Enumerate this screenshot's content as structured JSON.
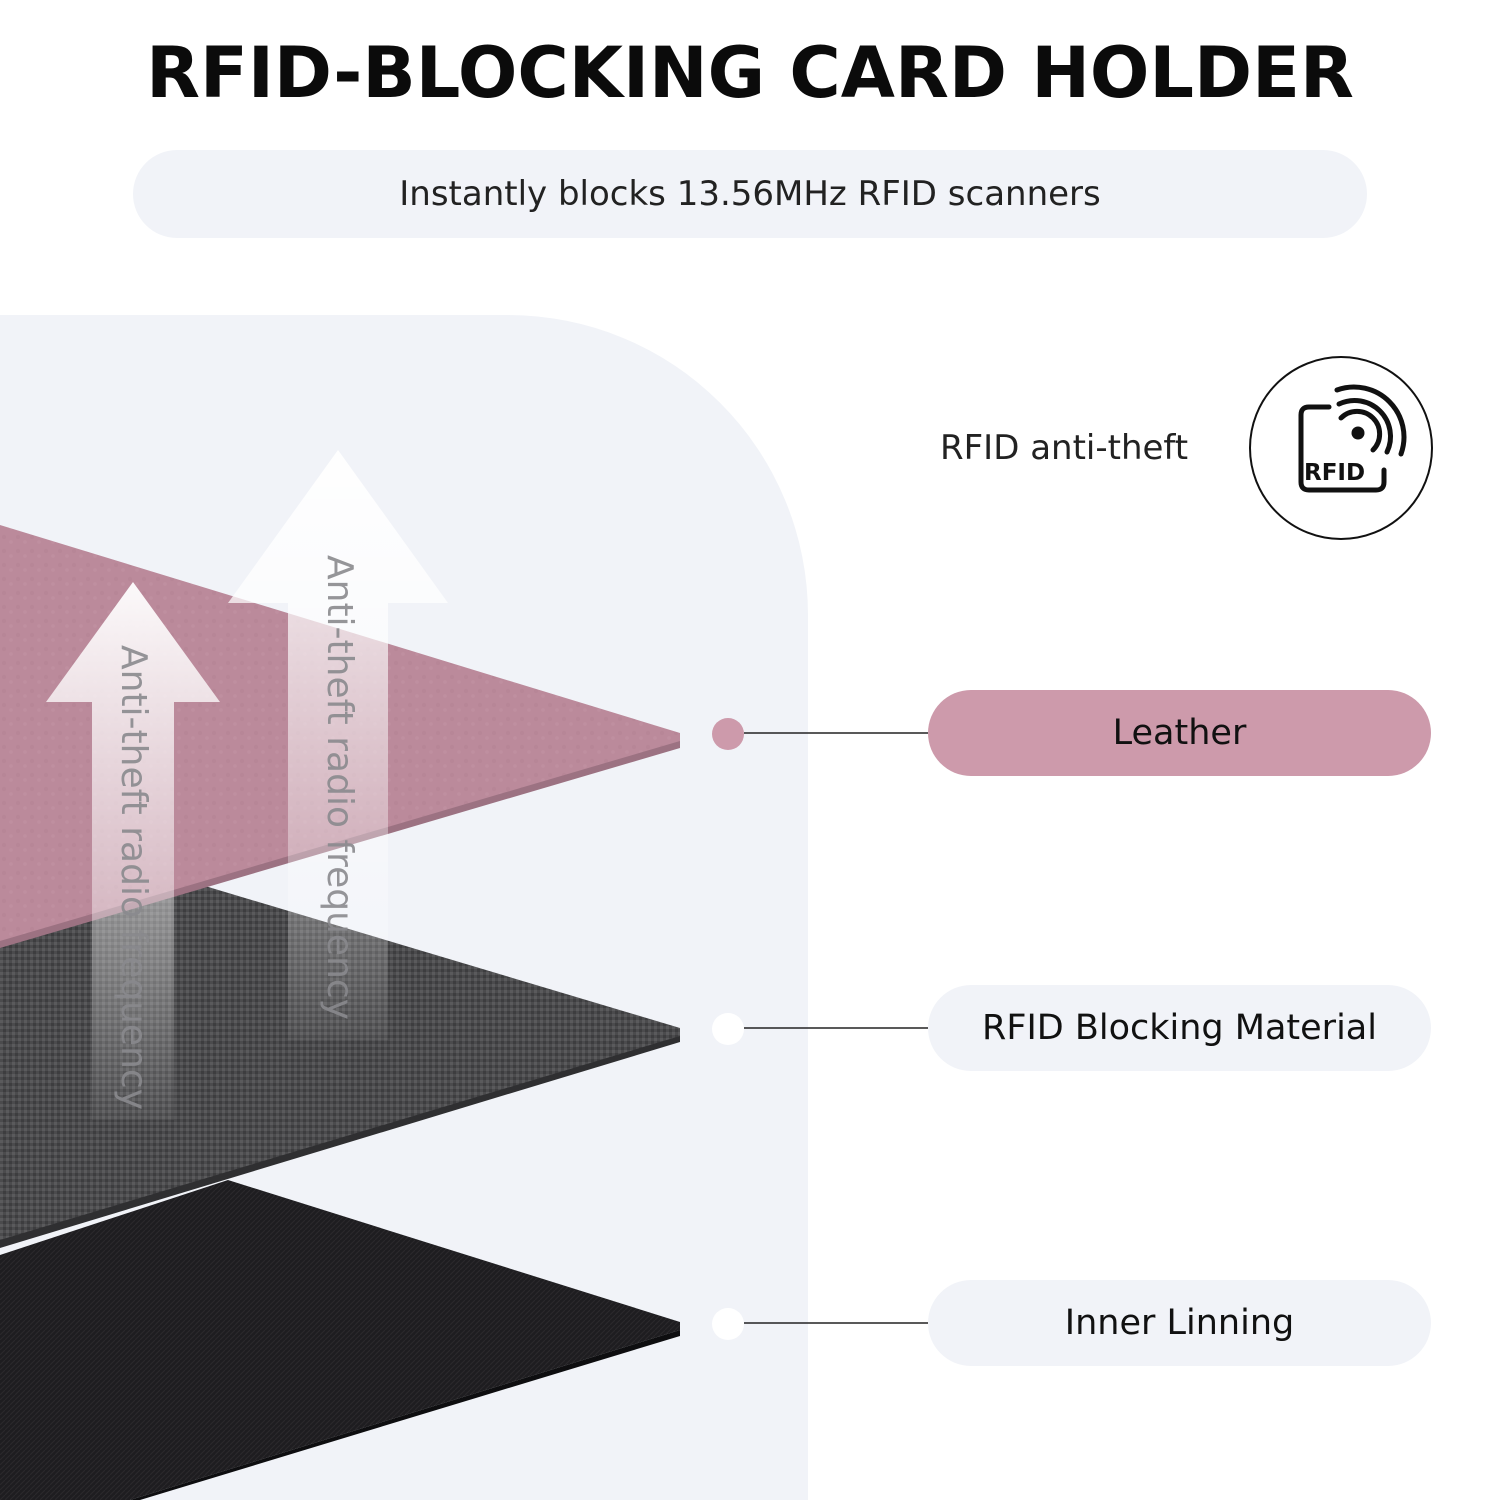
{
  "header": {
    "title": "RFID-BLOCKING CARD HOLDER",
    "subtitle": "Instantly blocks 13.56MHz RFID scanners"
  },
  "badge": {
    "caption": "RFID anti-theft",
    "icon_text": "RFID",
    "icon": "rfid-signal-icon"
  },
  "arrows": {
    "text": "Anti-theft radio frequency"
  },
  "layers": [
    {
      "label": "Leather",
      "color": "#cd9aab"
    },
    {
      "label": "RFID Blocking Material",
      "color": "#4a4a4a"
    },
    {
      "label": "Inner Linning",
      "color": "#1c1c1e"
    }
  ],
  "colors": {
    "accent": "#cd9aab",
    "pill_bg": "#f1f3f8"
  }
}
